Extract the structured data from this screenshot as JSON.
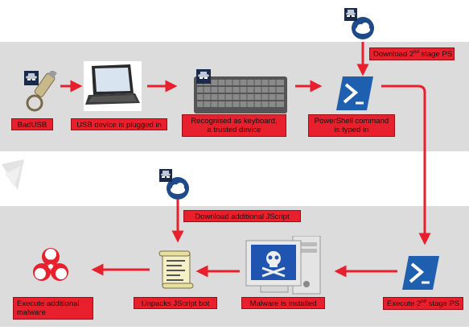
{
  "colors": {
    "accent_red": "#e8202d",
    "band_gray": "#dcdcdc",
    "powershell_blue": "#1f5fb0"
  },
  "labels": {
    "badusb": "BadUSB",
    "usb_plugged": "USB device is plugged in",
    "keyboard_line1": "Recognised as keyboard,",
    "keyboard_line2": "a trusted device",
    "ps_line1": "PowerShell command",
    "ps_line2": "is typed in",
    "download_ps_prefix": "Download 2",
    "download_ps_sup": "nd",
    "download_ps_suffix": " stage PS",
    "execute_ps_prefix": "Execute 2",
    "execute_ps_sup": "nd",
    "execute_ps_suffix": " stage PS",
    "download_js": "Download additional JScript",
    "malware_installed": "Malware is installed",
    "unpacks": "Unpacks JScript bot",
    "execute_line1": "Execute additional",
    "execute_line2": "malware"
  },
  "icons": [
    "spy-icon",
    "usb-stick-icon",
    "laptop-icon",
    "keyboard-icon",
    "powershell-icon",
    "cloud-icon",
    "script-icon",
    "computer-skull-icon",
    "biohazard-icon"
  ]
}
